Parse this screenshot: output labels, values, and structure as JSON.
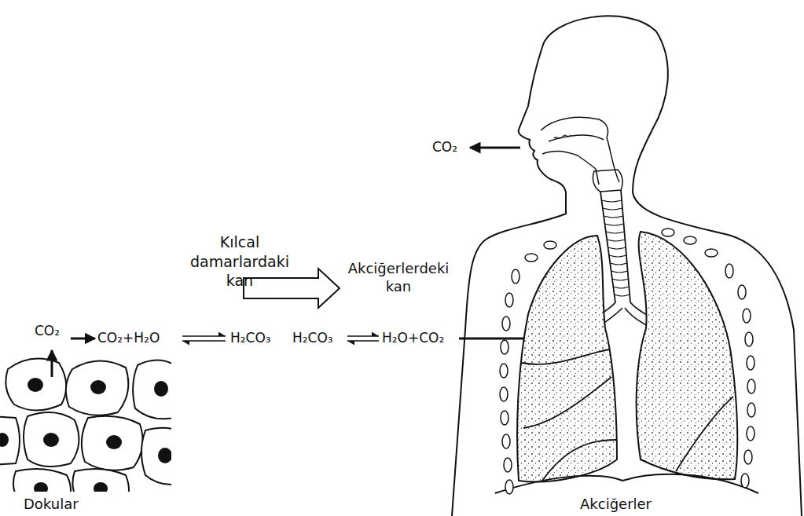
{
  "diagram": {
    "labels": [
      "CO₂",
      "Kılcal damarlardaki kan",
      "Akciğerlerdeki kan",
      "CO₂",
      "CO₂+H₂O",
      "H₂CO₃",
      "H₂CO₃",
      "H₂O+CO₂",
      "Dokular",
      "Akciğerler"
    ]
  }
}
